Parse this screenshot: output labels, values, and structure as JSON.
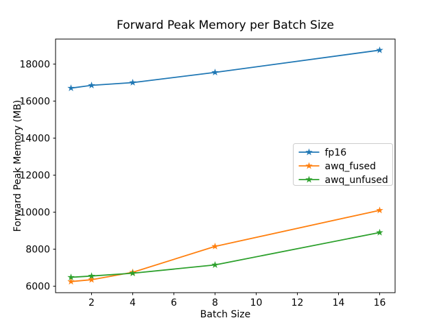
{
  "chart_data": {
    "type": "line",
    "title": "Forward Peak Memory per Batch Size",
    "xlabel": "Batch Size",
    "ylabel": "Forward Peak Memory (MB)",
    "x": [
      1,
      2,
      4,
      8,
      16
    ],
    "series": [
      {
        "name": "fp16",
        "color": "#1f77b4",
        "marker": "star",
        "values": [
          16700,
          16850,
          17000,
          17550,
          18750
        ]
      },
      {
        "name": "awq_fused",
        "color": "#ff7f0e",
        "marker": "star",
        "values": [
          6250,
          6350,
          6750,
          8150,
          10100
        ]
      },
      {
        "name": "awq_unfused",
        "color": "#2ca02c",
        "marker": "star",
        "values": [
          6480,
          6550,
          6700,
          7150,
          8900
        ]
      }
    ],
    "xticks": [
      2,
      4,
      6,
      8,
      10,
      12,
      14,
      16
    ],
    "yticks": [
      6000,
      8000,
      10000,
      12000,
      14000,
      16000,
      18000
    ],
    "xlim": [
      0.25,
      16.75
    ],
    "ylim": [
      5650,
      19350
    ],
    "grid": false,
    "legend": {
      "position": "center right",
      "entries": [
        "fp16",
        "awq_fused",
        "awq_unfused"
      ]
    },
    "colors": {
      "axis": "#000000",
      "text": "#000000",
      "legend_border": "#cccccc",
      "background": "#ffffff"
    }
  }
}
